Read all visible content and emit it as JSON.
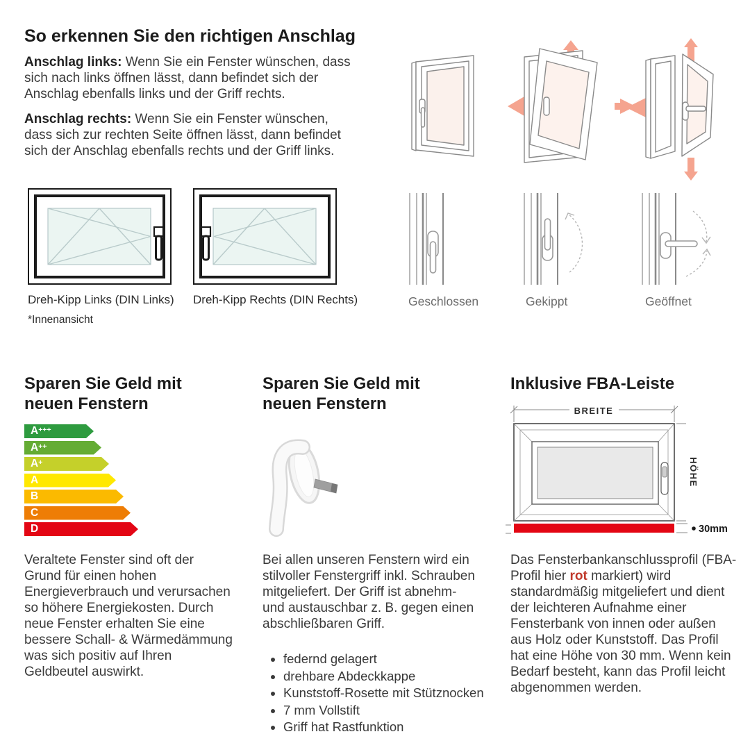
{
  "anschlag": {
    "title": "So erkennen Sie den richtigen Anschlag",
    "left_label": "Anschlag links:",
    "left_text": " Wenn Sie ein Fenster wünschen, dass sich nach links öffnen lässt, dann befindet sich der Anschlag ebenfalls links und der Griff rechts.",
    "right_label": "Anschlag rechts:",
    "right_text": " Wenn Sie ein Fenster wünschen, dass sich zur rechten Seite öffnen lässt, dann befindet sich der Anschlag ebenfalls rechts und der Griff links.",
    "caption_left": "Dreh-Kipp Links (DIN Links)",
    "caption_right": "Dreh-Kipp Rechts (DIN Rechts)",
    "note": "*Innenansicht",
    "states": {
      "closed": "Geschlossen",
      "tilted": "Gekippt",
      "opened": "Geöffnet"
    }
  },
  "energy_section": {
    "title_line1": "Sparen Sie Geld mit",
    "title_line2": "neuen Fenstern",
    "levels": [
      {
        "grade": "A",
        "sup": "+++",
        "color": "#2e9b3f",
        "width": 100
      },
      {
        "grade": "A",
        "sup": "++",
        "color": "#65ac34",
        "width": 111
      },
      {
        "grade": "A",
        "sup": "+",
        "color": "#c5d02a",
        "width": 122
      },
      {
        "grade": "A",
        "sup": "",
        "color": "#ffe800",
        "width": 132
      },
      {
        "grade": "B",
        "sup": "",
        "color": "#fbba00",
        "width": 143
      },
      {
        "grade": "C",
        "sup": "",
        "color": "#ee7d05",
        "width": 153
      },
      {
        "grade": "D",
        "sup": "",
        "color": "#e30615",
        "width": 164
      }
    ],
    "text": "Veraltete Fenster sind oft der Grund für einen hohen Energieverbrauch und verursachen so höhere Energiekosten. Durch neue Fenster erhalten Sie eine bessere Schall- & Wärmedämmung was sich positiv auf Ihren Geldbeutel auswirkt."
  },
  "griff_section": {
    "title_line1": "Sparen Sie Geld mit",
    "title_line2": "neuen Fenstern",
    "text": "Bei allen unseren Fenstern wird ein stilvoller Fenstergriff inkl. Schrauben mitgeliefert. Der Griff ist abnehm- und austauschbar z. B. gegen einen abschließbaren Griff.",
    "bullets": [
      "federnd gelagert",
      "drehbare Abdeckkappe",
      "Kunststoff-Rosette mit Stütznocken",
      "7 mm Vollstift",
      "Griff hat Rastfunktion"
    ]
  },
  "fba_section": {
    "title": "Inklusive FBA-Leiste",
    "width_label": "BREITE",
    "height_label": "HÖHE",
    "profile_height_label": "30mm",
    "text_before": "Das Fensterbankanschlussprofil (FBA-Profil hier ",
    "highlight": "rot",
    "text_after": " markiert) wird standardmäßig mitgeliefert und dient der leichteren Aufnahme einer Fensterbank von innen oder außen aus Holz oder Kunststoff. Das Profil hat eine Höhe von 30 mm. Wenn kein Bedarf besteht, kann das Profil leicht abgenommen werden.",
    "colors": {
      "profile_red": "#e30613",
      "highlight_red": "#c0392b"
    }
  },
  "colors": {
    "arrow_salmon": "#f5a48f",
    "arrow_salmon_light": "#f9c9bb",
    "glass_blue": "#ebf5f2",
    "glass_peach": "#fdf2ed",
    "line_gray": "#8a8a8a"
  }
}
